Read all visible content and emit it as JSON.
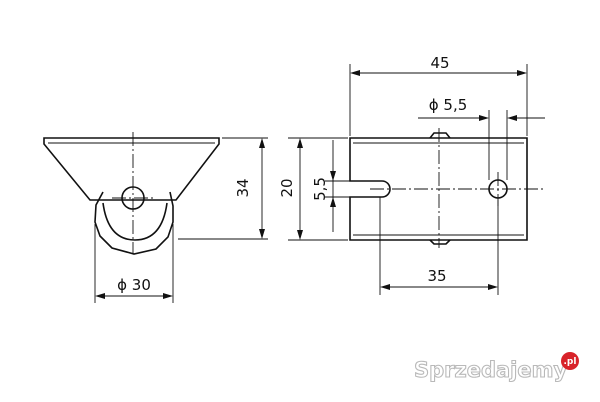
{
  "dimensions": {
    "width_45": "45",
    "hole_dia": "ϕ 5,5",
    "height_34": "34",
    "height_20": "20",
    "slot_55": "5,5",
    "spacing_35": "35",
    "wheel_dia": "ϕ 30"
  },
  "watermark": {
    "text": "Sprzedajemy",
    "tld": ".pl"
  }
}
